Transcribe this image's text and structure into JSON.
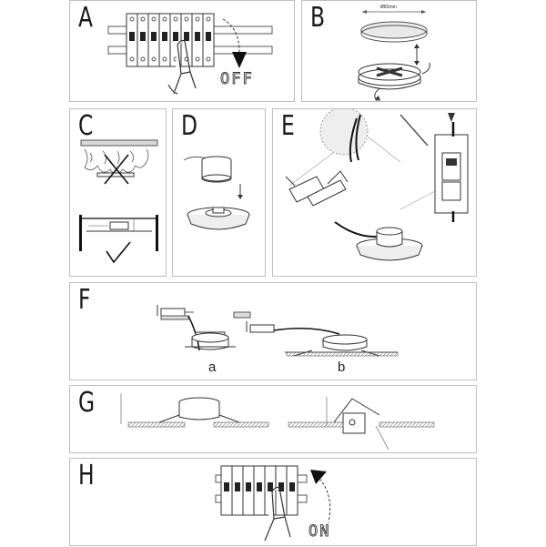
{
  "panels": {
    "a": {
      "letter": "A",
      "state_text": "OFF"
    },
    "b": {
      "letter": "B",
      "dimension": "Ø83mm"
    },
    "c": {
      "letter": "C"
    },
    "d": {
      "letter": "D"
    },
    "e": {
      "letter": "E"
    },
    "f": {
      "letter": "F",
      "option_a": "a",
      "option_b": "b"
    },
    "g": {
      "letter": "G"
    },
    "h": {
      "letter": "H",
      "state_text": "ON"
    }
  },
  "icons": [
    "breaker-switch-icon",
    "hand-icon",
    "rotate-arrow-icon",
    "cross-icon",
    "check-icon",
    "down-arrow-icon"
  ]
}
